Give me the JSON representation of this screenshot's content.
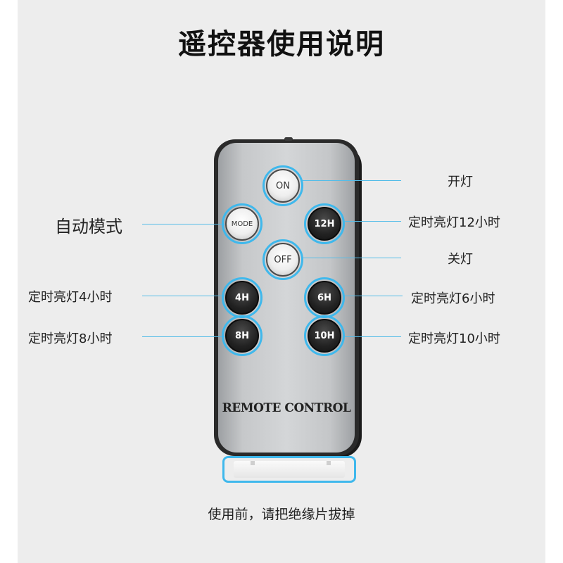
{
  "title": "遥控器使用说明",
  "remote": {
    "brand": "REMOTE CONTROL",
    "buttons": {
      "on": "ON",
      "mode": "MODE",
      "h12": "12H",
      "off": "OFF",
      "h4": "4H",
      "h6": "6H",
      "h8": "8H",
      "h10": "10H"
    }
  },
  "labels": {
    "on": "开灯",
    "mode": "自动模式",
    "h12": "定时亮灯12小时",
    "off": "关灯",
    "h4": "定时亮灯4小时",
    "h6": "定时亮灯6小时",
    "h8": "定时亮灯8小时",
    "h10": "定时亮灯10小时"
  },
  "note": "使用前，请把绝缘片拔掉",
  "colors": {
    "accent": "#3fb8ec",
    "background": "#ededed"
  }
}
